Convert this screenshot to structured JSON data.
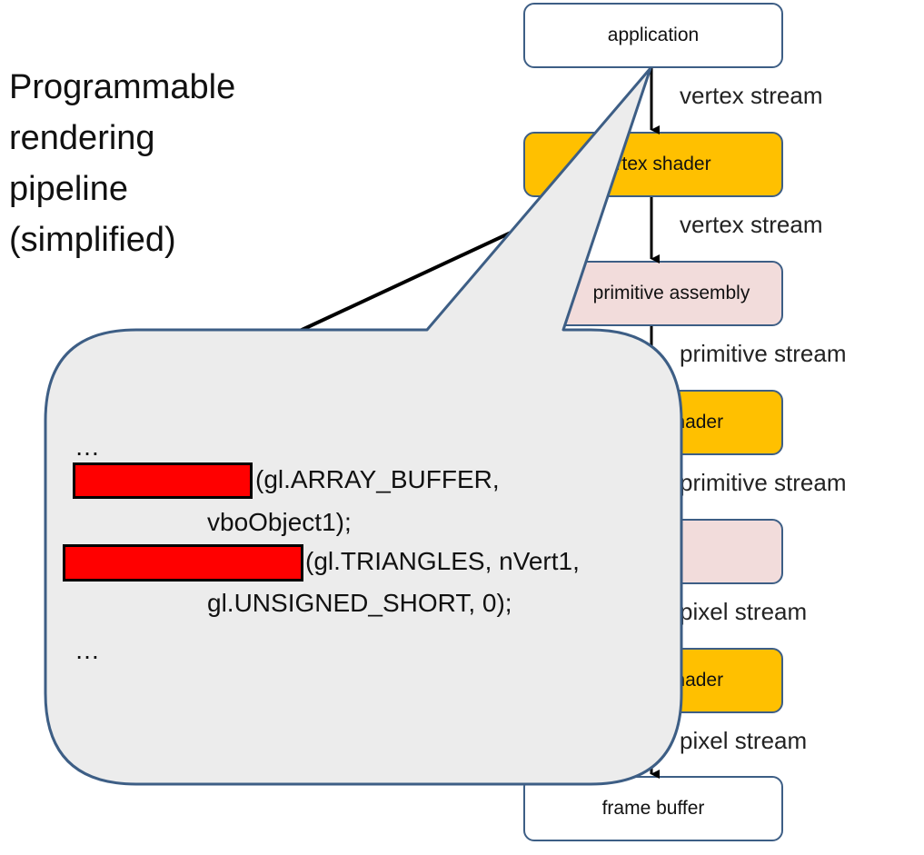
{
  "title": {
    "lines": [
      "Programmable",
      "rendering",
      "pipeline",
      "(simplified)"
    ]
  },
  "pipeline": {
    "stages": [
      {
        "label": "application",
        "style": "white"
      },
      {
        "label": "vertex shader",
        "style": "yellow"
      },
      {
        "label": "primitive assembly",
        "style": "pink"
      },
      {
        "label": "shader",
        "style": "yellow"
      },
      {
        "label": "",
        "style": "pink"
      },
      {
        "label": "shader",
        "style": "yellow"
      },
      {
        "label": "frame buffer",
        "style": "white"
      }
    ],
    "streams": [
      "vertex stream",
      "vertex stream",
      "primitive stream",
      "primitive stream",
      "pixel stream",
      "pixel stream"
    ]
  },
  "callout": {
    "code_lines": [
      "…",
      "(gl.ARRAY_BUFFER,",
      "vboObject1);",
      "(gl.TRIANGLES, nVert1,",
      "gl.UNSIGNED_SHORT, 0);",
      "…"
    ]
  },
  "colors": {
    "border": "#3d5e85",
    "shader": "#ffc000",
    "fixed": "#f2dcdb",
    "callout_fill": "#ececec",
    "redaction": "#ff0000"
  }
}
